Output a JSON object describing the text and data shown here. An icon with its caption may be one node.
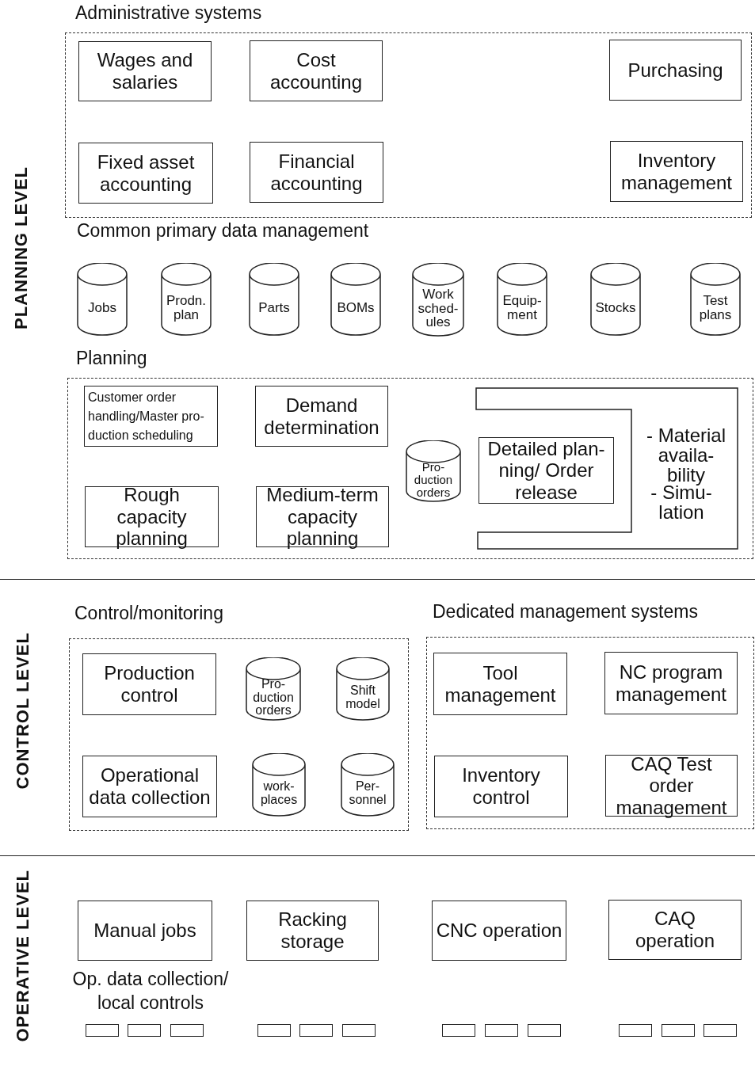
{
  "diagram": {
    "nodes": [
      {
        "text": [
          "Administrative systems"
        ]
      },
      {
        "text": [
          "Wages and salaries"
        ],
        "in": 0
      },
      {
        "text": [
          "Cost accounting"
        ],
        "in": 0
      },
      {
        "text": [
          "Purchasing"
        ],
        "in": 0
      },
      {
        "text": [
          "Fixed asset accounting"
        ],
        "in": 0
      },
      {
        "text": [
          "Financial accounting"
        ],
        "in": 0
      },
      {
        "text": [
          "Inventory management"
        ],
        "in": 0
      },
      {
        "text": [
          "Jobs"
        ]
      },
      {
        "text": [
          "Prodn. plan"
        ]
      },
      {
        "text": [
          "Parts"
        ]
      },
      {
        "text": [
          "BOMs"
        ]
      },
      {
        "text": [
          "Work sched- ules"
        ]
      },
      {
        "text": [
          "Equip- ment"
        ]
      },
      {
        "text": [
          "Stocks"
        ]
      },
      {
        "text": [
          "Test plans"
        ]
      },
      {
        "text": [
          "Planning"
        ]
      },
      {
        "text": [
          "Customer order handling/Master pro- duction scheduling"
        ],
        "in": 15
      },
      {
        "text": [
          "Demand determination"
        ],
        "in": 15
      },
      {
        "text": [
          "Rough capacity planning"
        ],
        "in": 15
      },
      {
        "text": [
          "Medium-term capacity planning"
        ],
        "in": 15
      },
      {
        "text": [
          "Pro- duction orders"
        ],
        "in": 15
      },
      {
        "text": [
          "- Material availa- bility",
          "- Simu- lation"
        ],
        "in": 15
      },
      {
        "text": [
          "Detailed plan- ning/ Order release"
        ],
        "in": 21
      },
      {
        "text": [
          "Control/monitoring"
        ]
      },
      {
        "text": [
          "Production control"
        ],
        "in": 23
      },
      {
        "text": [
          "Pro- duction orders"
        ],
        "in": 23
      },
      {
        "text": [
          "Shift model"
        ],
        "in": 23
      },
      {
        "text": [
          "Operational data collection"
        ],
        "in": 23
      },
      {
        "text": [
          "work- places"
        ],
        "in": 23
      },
      {
        "text": [
          "Per- sonnel"
        ],
        "in": 23
      },
      {
        "text": [
          "Dedicated management systems"
        ]
      },
      {
        "text": [
          "Tool management"
        ],
        "in": 30
      },
      {
        "text": [
          "NC program management"
        ],
        "in": 30
      },
      {
        "text": [
          "Inventory control"
        ],
        "in": 30
      },
      {
        "text": [
          "CAQ Test order management"
        ],
        "in": 30
      },
      {
        "text": [
          "Manual jobs"
        ]
      },
      {
        "text": [
          "Racking storage"
        ]
      },
      {
        "text": [
          "CNC operation"
        ]
      },
      {
        "text": [
          "CAQ operation"
        ]
      },
      {
        "text": [],
        "shape": "box"
      },
      {
        "text": [],
        "shape": "box"
      },
      {
        "text": [],
        "shape": "box"
      },
      {
        "text": [],
        "shape": "box"
      },
      {
        "text": [],
        "shape": "box"
      },
      {
        "text": [],
        "shape": "box"
      },
      {
        "text": [],
        "shape": "box"
      },
      {
        "text": [],
        "shape": "box"
      },
      {
        "text": [],
        "shape": "box"
      },
      {
        "text": [],
        "shape": "box"
      },
      {
        "text": [],
        "shape": "box"
      },
      {
        "text": [],
        "shape": "box"
      }
    ],
    "edges": [],
    "labels": [
      "PLANNING LEVEL",
      "Common primary data management",
      "CONTROL LEVEL",
      "OPERATIVE LEVEL",
      "Op. data collection/ local controls"
    ]
  }
}
